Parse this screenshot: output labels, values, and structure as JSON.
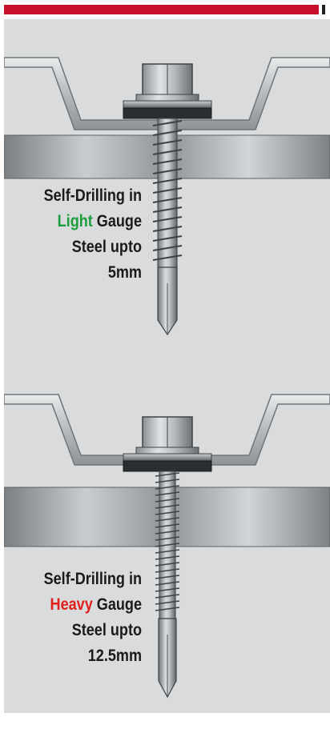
{
  "panels": [
    {
      "caption": {
        "line1": "Self-Drilling in",
        "highlight": "Light",
        "line2_rest": " Gauge",
        "line3": "Steel upto",
        "line4": "5mm"
      },
      "highlight_color": "#1a9e3c"
    },
    {
      "caption": {
        "line1": "Self-Drilling in",
        "highlight": "Heavy",
        "line2_rest": " Gauge",
        "line3": "Steel upto",
        "line4": "12.5mm"
      },
      "highlight_color": "#e0201b"
    }
  ],
  "colors": {
    "header_bar": "#c8102e",
    "panel_background": "#d9dbdc"
  }
}
